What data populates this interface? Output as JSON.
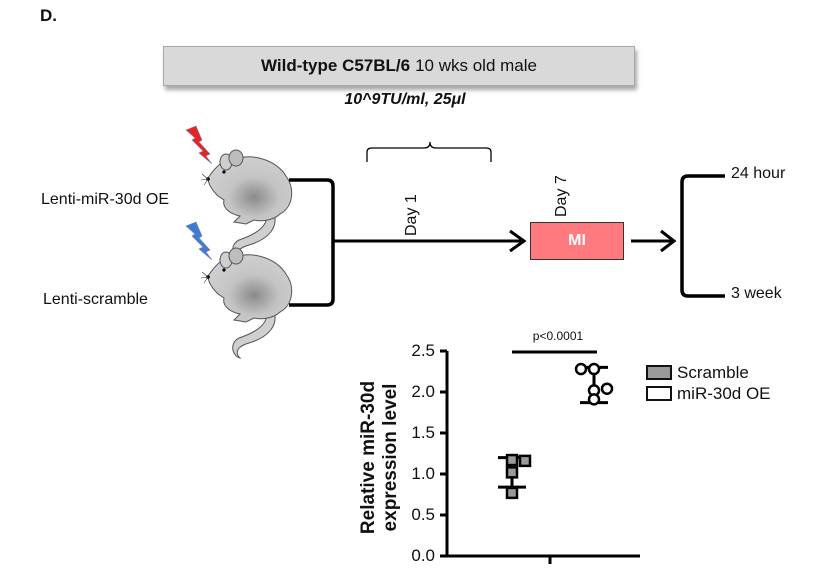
{
  "panel_label": "D.",
  "header": {
    "strain_bold": "Wild-type C57BL/6",
    "strain_rest": "10 wks old male"
  },
  "dose_label": "10^9TU/ml, 25μl",
  "groups": [
    {
      "label": "Lenti-miR-30d OE",
      "bolt_color": "#e8241f",
      "icon": "mouse-icon"
    },
    {
      "label": "Lenti-scramble",
      "bolt_color": "#3e7bd1",
      "icon": "mouse-icon"
    }
  ],
  "timeline": {
    "day1_label": "Day 1",
    "day7_label": "Day 7",
    "procedure_label": "MI",
    "procedure_color": "#ff7a7f",
    "endpoints": [
      "24 hour",
      "3 week"
    ]
  },
  "chart_data": {
    "type": "scatter",
    "title": "",
    "xlabel": "",
    "ylabel": "Relative miR-30d expression level",
    "ylabel_lines": [
      "Relative miR-30d",
      "expression level"
    ],
    "ylim": [
      0.0,
      2.5
    ],
    "yticks": [
      "0.0",
      "0.5",
      "1.0",
      "1.5",
      "2.0",
      "2.5"
    ],
    "grid": false,
    "legend_position": "right",
    "significance": {
      "label": "p<0.0001",
      "between": [
        "Scramble",
        "miR-30d OE"
      ]
    },
    "series": [
      {
        "name": "Scramble",
        "marker": "square",
        "fill": "#9a9a9a",
        "values": [
          1.17,
          1.16,
          1.02,
          0.77
        ],
        "error_bar": {
          "upper": 1.2,
          "lower": 0.84
        }
      },
      {
        "name": "miR-30d OE",
        "marker": "circle",
        "fill": "#ffffff",
        "values": [
          2.28,
          2.28,
          2.04,
          2.02,
          1.91
        ],
        "error_bar": {
          "upper": 2.3,
          "lower": 1.87
        }
      }
    ]
  }
}
